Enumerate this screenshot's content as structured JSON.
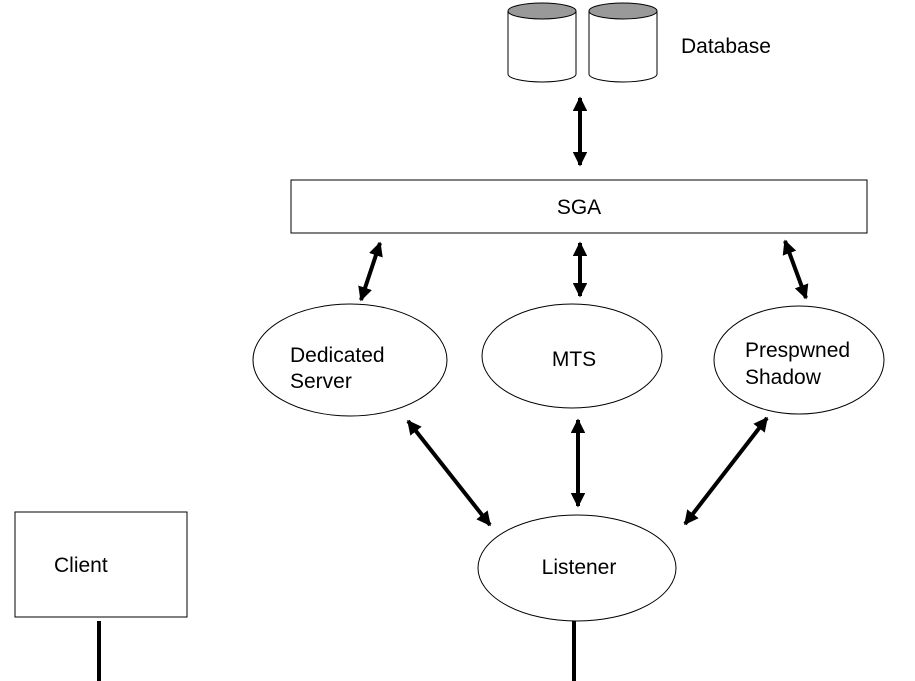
{
  "diagram": {
    "database_label": "Database",
    "sga_label": "SGA",
    "dedicated_server_label_line1": "Dedicated",
    "dedicated_server_label_line2": "Server",
    "mts_label": "MTS",
    "prespawned_shadow_label_line1": "Prespwned",
    "prespawned_shadow_label_line2": "Shadow",
    "listener_label": "Listener",
    "client_label": "Client"
  }
}
